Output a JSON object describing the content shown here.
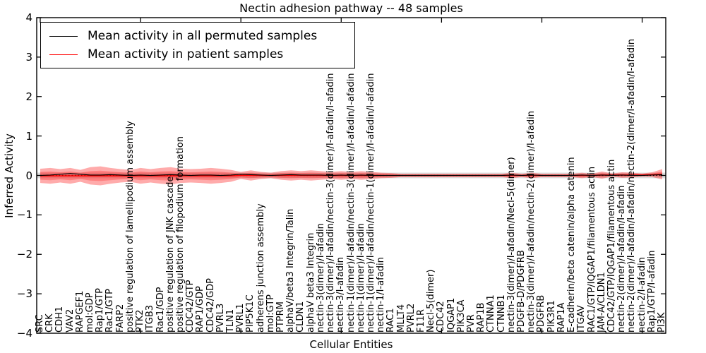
{
  "title": "Nectin adhesion pathway -- 48 samples",
  "axes": {
    "ylabel": "Inferred Activity",
    "xlabel": "Cellular Entities",
    "yticks": [
      4,
      3,
      2,
      1,
      0,
      -1,
      -2,
      -3,
      -4
    ],
    "ylim": [
      -4,
      4
    ],
    "grid": "off",
    "zero_line_style": "dotted"
  },
  "legend": {
    "position": "upper left",
    "items": [
      {
        "label": "Mean activity in all permuted samples",
        "color": "#000000"
      },
      {
        "label": "Mean activity in patient samples",
        "color": "#ff0000"
      }
    ]
  },
  "colors": {
    "patient_band_fill": "rgba(255,0,0,0.33)",
    "patient_band_inner_fill": "rgba(255,0,0,0.25)",
    "permuted_band_fill": "rgba(120,120,120,0.25)",
    "permuted_line": "#000000",
    "patient_line": "#ff0000",
    "spine": "#000000"
  },
  "chart_data": {
    "type": "line",
    "title": "Nectin adhesion pathway -- 48 samples",
    "xlabel": "Cellular Entities",
    "ylabel": "Inferred Activity",
    "ylim": [
      -4,
      4
    ],
    "legend_position": "upper left",
    "grid": false,
    "categories": [
      "SRC",
      "CRK",
      "CDH1",
      "VAV2",
      "RAPGEF1",
      "mol:GDP",
      "Rap1/GTP",
      "Rac1/GTP",
      "FARP2",
      "positive regulation of lamellipodium assembly",
      "PTK2",
      "ITGB3",
      "Rac1/GDP",
      "positive regulation of JNK cascade",
      "positive regulation of filopodium formation",
      "CDC42/GTP",
      "RAP1/GDP",
      "CDC42/GDP",
      "PVRL3",
      "TLN1",
      "PVRL1",
      "PIP5K1C",
      "adherens junction assembly",
      "mol:GTP",
      "PTPRM",
      "alphaV/beta3 Integrin/Talin",
      "CLDN1",
      "alphaV beta3 Integrin",
      "nectin-3(dimer)/I-afadin",
      "nectin-3(dimer)/I-afadin/nectin-3(dimer)/I-afadin/I-afadin",
      "nectin-3/I-afadin",
      "nectin-1(dimer)/I-afadin/nectin-3(dimer)/I-afadin/I-afadin",
      "nectin-1(dimer)/I-afadin",
      "nectin-1(dimer)/I-afadin/nectin-1(dimer)/I-afadin/I-afadin",
      "nectin-1/I-afadin",
      "RAC1",
      "MLLT4",
      "PVRL2",
      "F11R",
      "Necl-5(dimer)",
      "CDC42",
      "IQGAP1",
      "PIK3CA",
      "PVR",
      "RAP1B",
      "CTNNA1",
      "CTNNB1",
      "nectin-3(dimer)/I-afadin/Necl-5(dimer)",
      "PDGFB-D/PDGFRB",
      "nectin-3(dimer)/I-afadin/nectin-2(dimer)/I-afadin",
      "PDGFRB",
      "PIK3R1",
      "RAP1A",
      "E-cadherin/beta catenin/alpha catenin",
      "ITGAV",
      "RAC1/GTP/IQGAP1/filamentous actin",
      "JAM-A/CLDN1",
      "CDC42/GTP/IQGAP1/filamentous actin",
      "nectin-2(dimer)/I-afadin/I-afadin",
      "nectin-2(dimer)/I-afadin/I-afadin/nectin-2(dimer/I-afadin/I-afadin",
      "nectin-2/I-afadin",
      "Rap1/GTP/I-afadin",
      "PI3K"
    ],
    "series": [
      {
        "name": "Mean activity in all permuted samples",
        "color": "#000000",
        "values": [
          0.0,
          0.01,
          0.03,
          0.05,
          0.03,
          0.01,
          0.01,
          0.02,
          0.01,
          0.0,
          0.01,
          0.0,
          0.01,
          0.02,
          0.01,
          0.0,
          0.01,
          0.01,
          0.0,
          0.01,
          0.03,
          0.02,
          0.01,
          0.0,
          0.01,
          0.02,
          0.01,
          0.01,
          0.01,
          0.0,
          0.01,
          0.0,
          0.01,
          0.0,
          0.0,
          0.0,
          0.0,
          0.0,
          0.0,
          0.0,
          0.0,
          0.0,
          0.0,
          0.0,
          0.0,
          0.0,
          0.0,
          0.01,
          0.0,
          0.01,
          0.0,
          0.0,
          0.0,
          0.0,
          0.01,
          0.0,
          0.01,
          0.0,
          0.01,
          0.0,
          0.0,
          0.01,
          0.02
        ]
      },
      {
        "name": "Mean activity in patient samples",
        "color": "#ff0000",
        "values": [
          -0.01,
          -0.01,
          -0.01,
          -0.01,
          -0.01,
          -0.01,
          -0.01,
          -0.01,
          -0.01,
          -0.01,
          -0.01,
          -0.01,
          -0.01,
          -0.01,
          -0.01,
          -0.01,
          -0.01,
          -0.01,
          -0.01,
          -0.01,
          0.0,
          0.0,
          0.0,
          0.0,
          0.0,
          0.0,
          0.0,
          0.0,
          0.0,
          0.0,
          0.0,
          0.0,
          0.0,
          0.0,
          0.0,
          0.0,
          0.0,
          0.0,
          0.0,
          0.0,
          0.0,
          0.0,
          0.0,
          0.0,
          0.0,
          0.0,
          0.0,
          0.0,
          0.0,
          0.0,
          0.0,
          0.0,
          0.0,
          0.0,
          0.0,
          0.0,
          0.01,
          0.01,
          0.01,
          0.01,
          0.01,
          0.02,
          0.03
        ]
      },
      {
        "name": "Patient band half-width (outer, +/- around patient mean)",
        "color": "rgba(255,0,0,0.33)",
        "values": [
          0.18,
          0.2,
          0.17,
          0.2,
          0.15,
          0.22,
          0.24,
          0.2,
          0.17,
          0.15,
          0.2,
          0.17,
          0.2,
          0.22,
          0.18,
          0.17,
          0.18,
          0.2,
          0.18,
          0.15,
          0.09,
          0.13,
          0.09,
          0.07,
          0.11,
          0.13,
          0.11,
          0.13,
          0.11,
          0.09,
          0.11,
          0.09,
          0.11,
          0.09,
          0.07,
          0.06,
          0.04,
          0.04,
          0.04,
          0.04,
          0.04,
          0.04,
          0.04,
          0.04,
          0.04,
          0.04,
          0.04,
          0.07,
          0.04,
          0.07,
          0.04,
          0.04,
          0.04,
          0.04,
          0.07,
          0.04,
          0.09,
          0.04,
          0.07,
          0.06,
          0.04,
          0.06,
          0.13
        ]
      },
      {
        "name": "Patient band half-width (inner)",
        "color": "rgba(255,0,0,0.25)",
        "values": [
          0.1,
          0.11,
          0.09,
          0.11,
          0.08,
          0.12,
          0.13,
          0.11,
          0.09,
          0.08,
          0.11,
          0.09,
          0.11,
          0.12,
          0.1,
          0.09,
          0.1,
          0.11,
          0.1,
          0.08,
          0.05,
          0.07,
          0.05,
          0.04,
          0.06,
          0.07,
          0.06,
          0.07,
          0.06,
          0.05,
          0.06,
          0.05,
          0.06,
          0.05,
          0.04,
          0.03,
          0.02,
          0.02,
          0.02,
          0.02,
          0.02,
          0.02,
          0.02,
          0.02,
          0.02,
          0.02,
          0.02,
          0.04,
          0.02,
          0.04,
          0.02,
          0.02,
          0.02,
          0.02,
          0.04,
          0.02,
          0.05,
          0.02,
          0.04,
          0.03,
          0.02,
          0.03,
          0.07
        ]
      },
      {
        "name": "Permuted band half-width (constant)",
        "color": "rgba(120,120,120,0.25)",
        "constant": 0.07
      }
    ]
  }
}
